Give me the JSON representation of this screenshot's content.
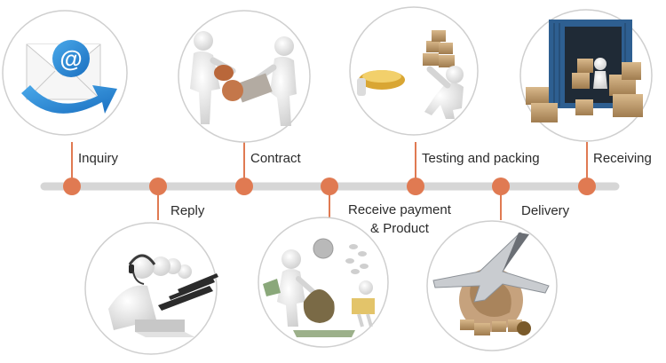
{
  "timeline": {
    "track_color": "#d6d6d6",
    "node_color": "#e07a52",
    "connector_color": "#e07a52",
    "steps": [
      {
        "label": "Inquiry",
        "icon": "email-icon"
      },
      {
        "label": "Reply",
        "icon": "customer-service-icon"
      },
      {
        "label": "Contract",
        "icon": "handshake-icon"
      },
      {
        "label": "Receive payment\n& Product",
        "icon": "payment-icon"
      },
      {
        "label": "Testing and packing",
        "icon": "packing-icon"
      },
      {
        "label": "Delivery",
        "icon": "airplane-icon"
      },
      {
        "label": "Receiving",
        "icon": "container-icon"
      }
    ]
  }
}
